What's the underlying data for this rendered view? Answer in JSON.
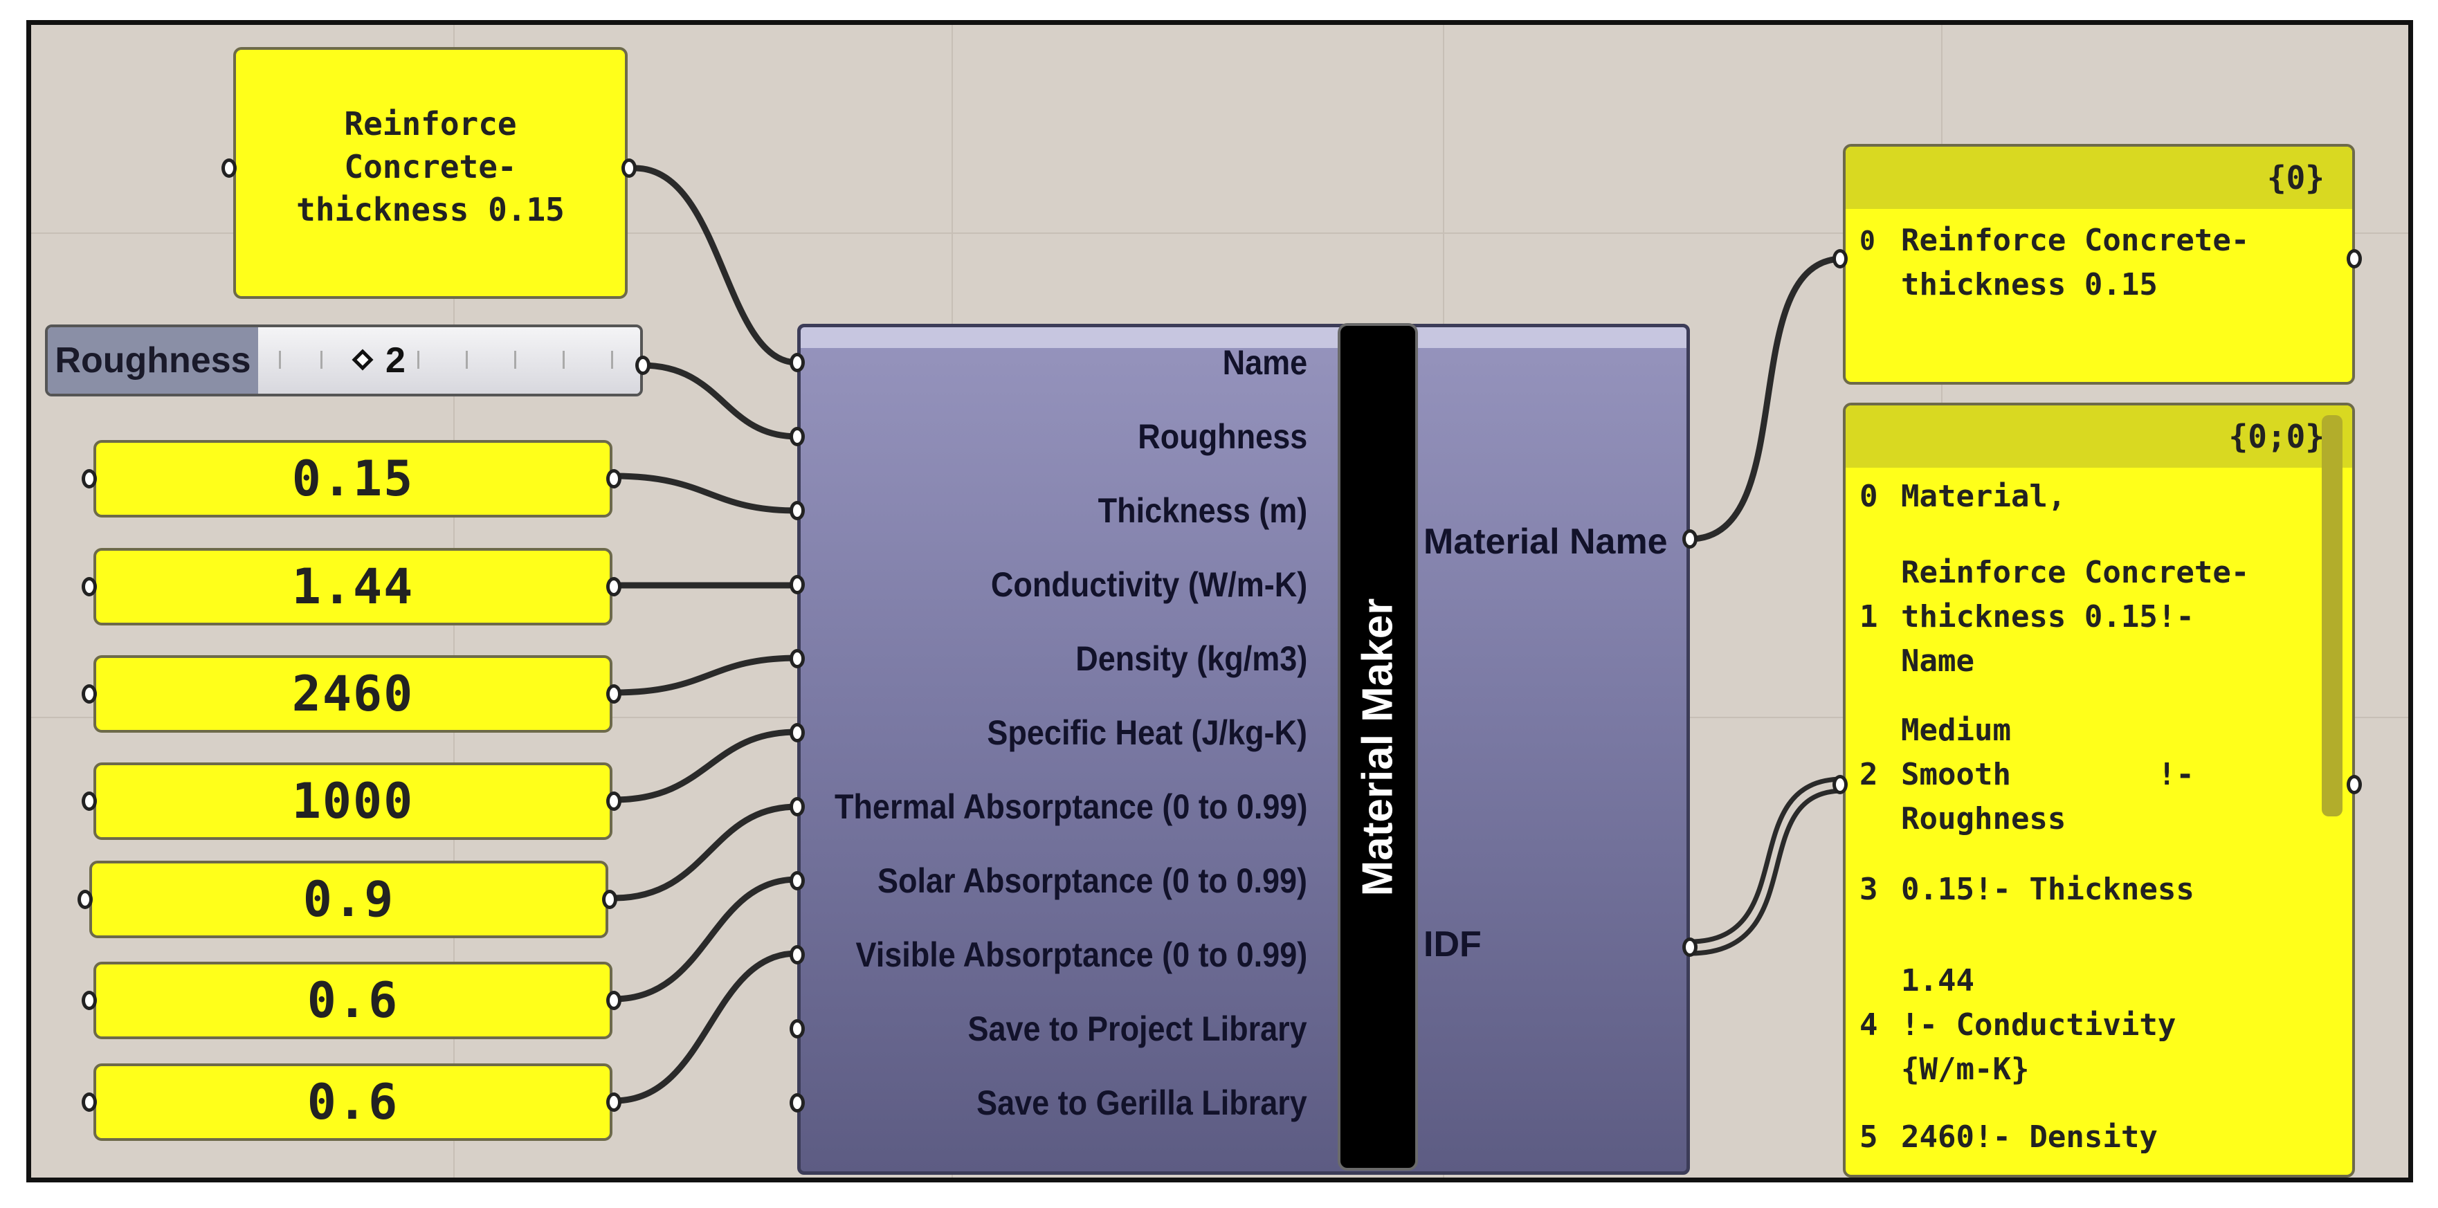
{
  "text_panel": {
    "lines": [
      "Reinforce",
      "Concrete-",
      "thickness 0.15"
    ]
  },
  "slider": {
    "label": "Roughness",
    "value": "2"
  },
  "number_panels": [
    "0.15",
    "1.44",
    "2460",
    "1000",
    "0.9",
    "0.6",
    "0.6"
  ],
  "component": {
    "title": "Material Maker",
    "inputs": [
      "Name",
      "Roughness",
      "Thickness (m)",
      "Conductivity (W/m-K)",
      "Density (kg/m3)",
      "Specific Heat (J/kg-K)",
      "Thermal Absorptance (0 to 0.99)",
      "Solar Absorptance (0 to 0.99)",
      "Visible Absorptance (0 to 0.99)",
      "Save to Project Library",
      "Save to Gerilla Library"
    ],
    "outputs": [
      "Material Name",
      "IDF"
    ]
  },
  "output_panel_name": {
    "path": "{0}",
    "rows": [
      {
        "index": "0",
        "text": "Reinforce Concrete-\nthickness 0.15"
      }
    ]
  },
  "output_panel_idf": {
    "path": "{0;0}",
    "rows": [
      {
        "index": "0",
        "text": "Material,"
      },
      {
        "index": "1",
        "text": "Reinforce Concrete-\nthickness 0.15!-\nName"
      },
      {
        "index": "2",
        "text": "Medium\nSmooth        !-\nRoughness"
      },
      {
        "index": "3",
        "text": "0.15!- Thickness"
      },
      {
        "index": "4",
        "text": "1.44\n!- Conductivity\n{W/m-K}"
      },
      {
        "index": "5",
        "text": "2460!- Density"
      }
    ]
  },
  "colors": {
    "panel": "#ffff1a",
    "component": "#7b7aa4",
    "canvas": "#d7d0c8"
  }
}
